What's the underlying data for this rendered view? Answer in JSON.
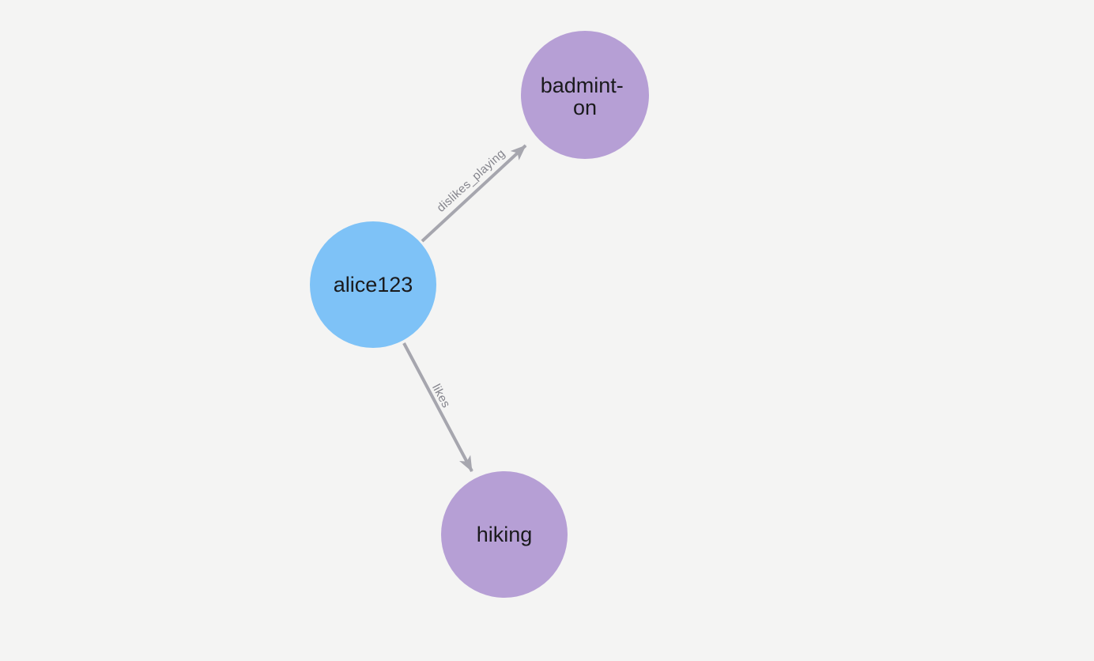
{
  "canvas": {
    "background": "#f4f4f3"
  },
  "graph": {
    "nodes": [
      {
        "id": "alice123",
        "label": "alice123",
        "lines": [
          "alice123"
        ],
        "color": "#7ec2f7",
        "label_color": "#1a1a1c"
      },
      {
        "id": "badminton",
        "label": "badminton",
        "lines": [
          "badmint-",
          "on"
        ],
        "color": "#b69fd5",
        "label_color": "#1a1a1c"
      },
      {
        "id": "hiking",
        "label": "hiking",
        "lines": [
          "hiking"
        ],
        "color": "#b69fd5",
        "label_color": "#1a1a1c"
      }
    ],
    "edges": [
      {
        "from": "alice123",
        "to": "badminton",
        "label": "dislikes_playing",
        "color": "#a6a6ae",
        "label_color": "#84848c"
      },
      {
        "from": "alice123",
        "to": "hiking",
        "label": "likes",
        "color": "#a6a6ae",
        "label_color": "#84848c"
      }
    ]
  }
}
